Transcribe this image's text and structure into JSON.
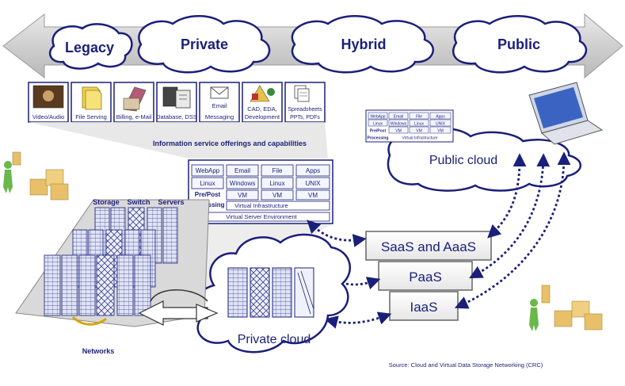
{
  "spectrum": {
    "legacy": "Legacy",
    "private": "Private",
    "hybrid": "Hybrid",
    "public": "Public"
  },
  "apps": [
    {
      "label1": "Video/Audio",
      "label2": "",
      "icon": "video-icon"
    },
    {
      "label1": "File Serving",
      "label2": "",
      "icon": "file-icon"
    },
    {
      "label1": "Billing, e-Mail",
      "label2": "",
      "icon": "billing-icon"
    },
    {
      "label1": "Database, DSS",
      "label2": "",
      "icon": "database-icon"
    },
    {
      "label1": "Email",
      "label2": "Messaging",
      "icon": "email-icon"
    },
    {
      "label1": "CAD, EDA,",
      "label2": "Development",
      "icon": "cad-icon"
    },
    {
      "label1": "Spreadsheets",
      "label2": "PPTs, PDFs",
      "icon": "spreadsheet-icon"
    }
  ],
  "info_caption": "Information service offerings and capabilities",
  "vm_grid": {
    "row1": [
      "WebApp",
      "Email",
      "File",
      "Apps"
    ],
    "row2": [
      "Linux",
      "Windows",
      "Linux",
      "UNIX"
    ],
    "prepost1": "Pre/Post",
    "prepost2": "Processing",
    "row3": [
      "VM",
      "VM",
      "VM"
    ],
    "virtual_infra": "Virtual Infrastructure",
    "virtual_server": "Virtual Server Environment"
  },
  "mini_grid": {
    "row1": [
      "WebApp",
      "Email",
      "File",
      "Apps"
    ],
    "row2": [
      "Linux",
      "Windows",
      "Linux",
      "UNIX"
    ],
    "prepost": "Pre/Post",
    "row3": [
      "VM",
      "VM",
      "VM"
    ],
    "processing": "Processing",
    "virtual_infra": "Virtual Infrastructure"
  },
  "datacenter": {
    "storage": "Storage",
    "switch": "Switch",
    "servers": "Servers",
    "networks": "Networks"
  },
  "clouds": {
    "public": "Public cloud",
    "private": "Private cloud"
  },
  "services": {
    "saas": "SaaS and AaaS",
    "paas": "PaaS",
    "iaas": "IaaS"
  },
  "source": "Source: Cloud and Virtual Data Storage Networking (CRC)"
}
